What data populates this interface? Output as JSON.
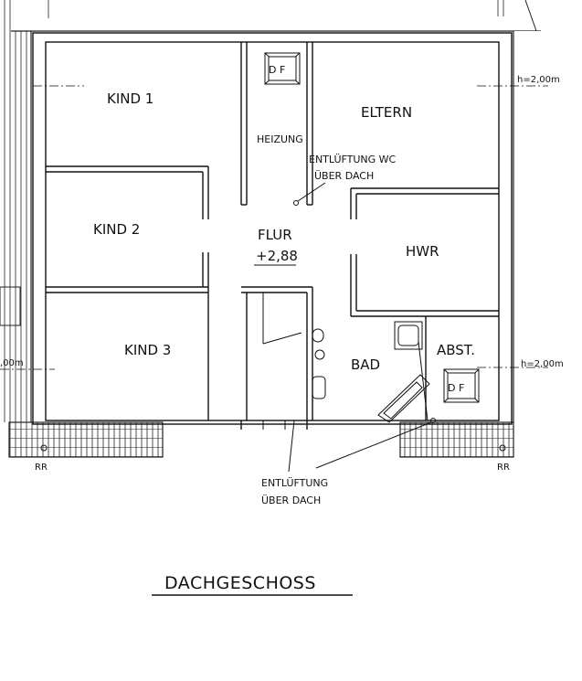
{
  "rooms": {
    "kind1": "KIND 1",
    "kind2": "KIND 2",
    "kind3": "KIND 3",
    "eltern": "ELTERN",
    "heizung": "HEIZUNG",
    "flur": "FLUR",
    "flur_level": "+2,88",
    "hwr": "HWR",
    "bad": "BAD",
    "abst": "ABST."
  },
  "annotations": {
    "entlueftung_wc_1": "ENTLÜFTUNG WC",
    "entlueftung_wc_2": "ÜBER DACH",
    "entlueftung_1": "ENTLÜFTUNG",
    "entlueftung_2": "ÜBER DACH",
    "height_right_top": "h=2,00m",
    "height_right_bottom": "h=2,00m",
    "height_left": ",00m",
    "rr_left": "RR",
    "rr_right": "RR",
    "dfi_top": "D F",
    "dfi_bottom": "D F"
  },
  "title": "DACHGESCHOSS"
}
